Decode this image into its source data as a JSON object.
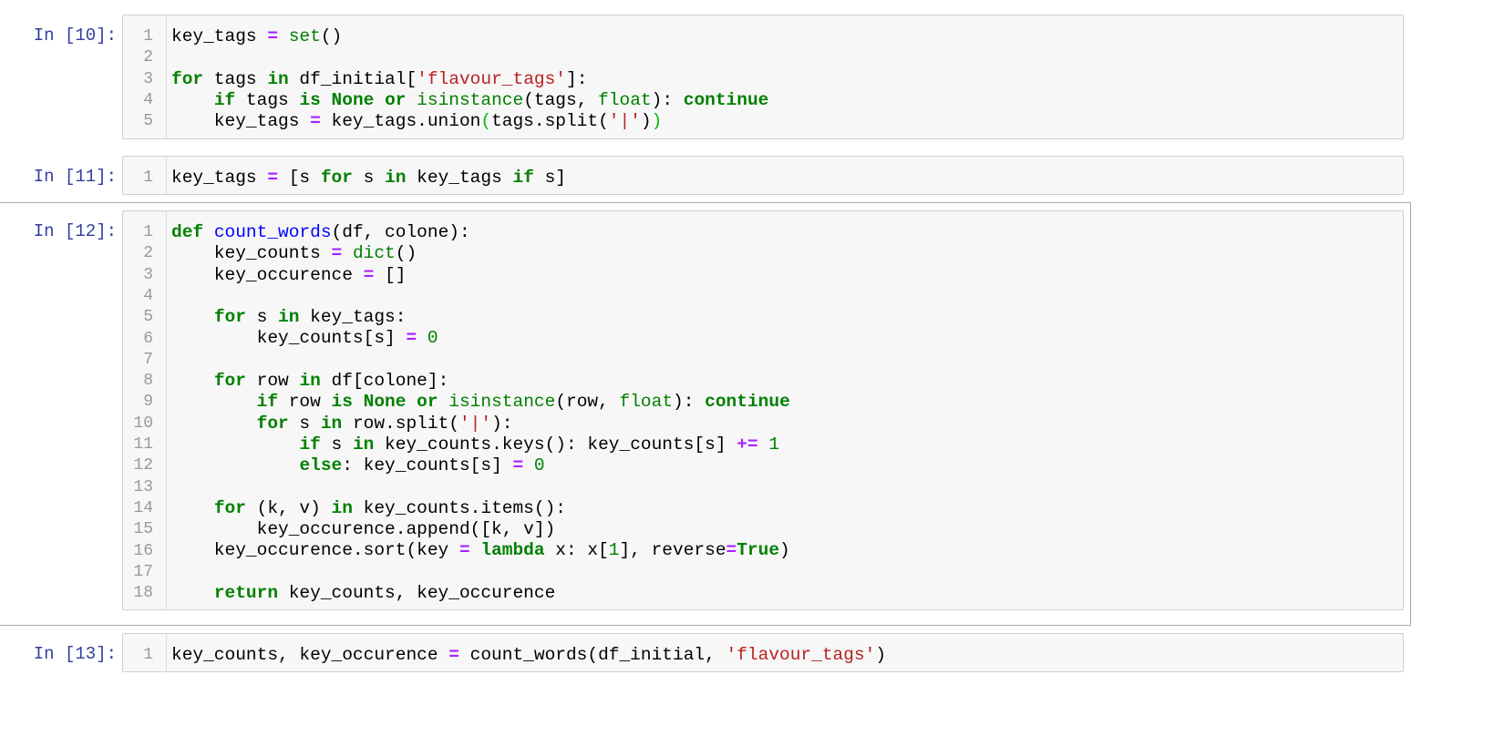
{
  "cells": [
    {
      "prompt": "In [10]:",
      "lines": [
        [
          [
            "n",
            "key_tags "
          ],
          [
            "op",
            "="
          ],
          [
            "n",
            " "
          ],
          [
            "bi",
            "set"
          ],
          [
            "n",
            "()"
          ]
        ],
        [],
        [
          [
            "kw",
            "for"
          ],
          [
            "n",
            " tags "
          ],
          [
            "kw",
            "in"
          ],
          [
            "n",
            " df_initial["
          ],
          [
            "str",
            "'flavour_tags'"
          ],
          [
            "n",
            "]:"
          ]
        ],
        [
          [
            "n",
            "    "
          ],
          [
            "kw",
            "if"
          ],
          [
            "n",
            " tags "
          ],
          [
            "kw",
            "is"
          ],
          [
            "n",
            " "
          ],
          [
            "kw",
            "None"
          ],
          [
            "n",
            " "
          ],
          [
            "kw",
            "or"
          ],
          [
            "n",
            " "
          ],
          [
            "bi",
            "isinstance"
          ],
          [
            "n",
            "(tags, "
          ],
          [
            "bi",
            "float"
          ],
          [
            "n",
            "): "
          ],
          [
            "kw",
            "continue"
          ]
        ],
        [
          [
            "n",
            "    key_tags "
          ],
          [
            "op",
            "="
          ],
          [
            "n",
            " key_tags.union"
          ],
          [
            "br",
            "("
          ],
          [
            "n",
            "tags.split("
          ],
          [
            "str",
            "'|'"
          ],
          [
            "n",
            ")"
          ],
          [
            "br",
            ")"
          ]
        ]
      ]
    },
    {
      "prompt": "In [11]:",
      "lines": [
        [
          [
            "n",
            "key_tags "
          ],
          [
            "op",
            "="
          ],
          [
            "n",
            " [s "
          ],
          [
            "kw",
            "for"
          ],
          [
            "n",
            " s "
          ],
          [
            "kw",
            "in"
          ],
          [
            "n",
            " key_tags "
          ],
          [
            "kw",
            "if"
          ],
          [
            "n",
            " s]"
          ]
        ]
      ]
    },
    {
      "prompt": "In [12]:",
      "selected": true,
      "lines": [
        [
          [
            "kw",
            "def"
          ],
          [
            "n",
            " "
          ],
          [
            "fn",
            "count_words"
          ],
          [
            "n",
            "(df, colone):"
          ]
        ],
        [
          [
            "n",
            "    key_counts "
          ],
          [
            "op",
            "="
          ],
          [
            "n",
            " "
          ],
          [
            "bi",
            "dict"
          ],
          [
            "n",
            "()"
          ]
        ],
        [
          [
            "n",
            "    key_occurence "
          ],
          [
            "op",
            "="
          ],
          [
            "n",
            " []"
          ]
        ],
        [],
        [
          [
            "n",
            "    "
          ],
          [
            "kw",
            "for"
          ],
          [
            "n",
            " s "
          ],
          [
            "kw",
            "in"
          ],
          [
            "n",
            " key_tags:"
          ]
        ],
        [
          [
            "n",
            "        key_counts[s] "
          ],
          [
            "op",
            "="
          ],
          [
            "n",
            " "
          ],
          [
            "num",
            "0"
          ]
        ],
        [],
        [
          [
            "n",
            "    "
          ],
          [
            "kw",
            "for"
          ],
          [
            "n",
            " row "
          ],
          [
            "kw",
            "in"
          ],
          [
            "n",
            " df[colone]:"
          ]
        ],
        [
          [
            "n",
            "        "
          ],
          [
            "kw",
            "if"
          ],
          [
            "n",
            " row "
          ],
          [
            "kw",
            "is"
          ],
          [
            "n",
            " "
          ],
          [
            "kw",
            "None"
          ],
          [
            "n",
            " "
          ],
          [
            "kw",
            "or"
          ],
          [
            "n",
            " "
          ],
          [
            "bi",
            "isinstance"
          ],
          [
            "n",
            "(row, "
          ],
          [
            "bi",
            "float"
          ],
          [
            "n",
            "): "
          ],
          [
            "kw",
            "continue"
          ]
        ],
        [
          [
            "n",
            "        "
          ],
          [
            "kw",
            "for"
          ],
          [
            "n",
            " s "
          ],
          [
            "kw",
            "in"
          ],
          [
            "n",
            " row.split("
          ],
          [
            "str",
            "'|'"
          ],
          [
            "n",
            "):"
          ]
        ],
        [
          [
            "n",
            "            "
          ],
          [
            "kw",
            "if"
          ],
          [
            "n",
            " s "
          ],
          [
            "kw",
            "in"
          ],
          [
            "n",
            " key_counts.keys(): key_counts[s] "
          ],
          [
            "op",
            "+="
          ],
          [
            "n",
            " "
          ],
          [
            "num",
            "1"
          ]
        ],
        [
          [
            "n",
            "            "
          ],
          [
            "kw",
            "else"
          ],
          [
            "n",
            ": key_counts[s] "
          ],
          [
            "op",
            "="
          ],
          [
            "n",
            " "
          ],
          [
            "num",
            "0"
          ]
        ],
        [],
        [
          [
            "n",
            "    "
          ],
          [
            "kw",
            "for"
          ],
          [
            "n",
            " (k, v) "
          ],
          [
            "kw",
            "in"
          ],
          [
            "n",
            " key_counts.items():"
          ]
        ],
        [
          [
            "n",
            "        key_occurence.append([k, v])"
          ]
        ],
        [
          [
            "n",
            "    key_occurence.sort(key "
          ],
          [
            "op",
            "="
          ],
          [
            "n",
            " "
          ],
          [
            "kw",
            "lambda"
          ],
          [
            "n",
            " x: x["
          ],
          [
            "num",
            "1"
          ],
          [
            "n",
            "], reverse"
          ],
          [
            "op",
            "="
          ],
          [
            "kw",
            "True"
          ],
          [
            "n",
            ")"
          ]
        ],
        [],
        [
          [
            "n",
            "    "
          ],
          [
            "kw",
            "return"
          ],
          [
            "n",
            " key_counts, key_occurence"
          ]
        ]
      ]
    },
    {
      "prompt": "In [13]:",
      "lines": [
        [
          [
            "n",
            "key_counts, key_occurence "
          ],
          [
            "op",
            "="
          ],
          [
            "n",
            " count_words(df_initial, "
          ],
          [
            "str",
            "'flavour_tags'"
          ],
          [
            "n",
            ")"
          ]
        ]
      ]
    }
  ],
  "colors": {
    "prompt": "#303F9F",
    "keyword": "#008000",
    "operator": "#AA22FF",
    "string": "#BA2121",
    "function": "#0000FF"
  }
}
